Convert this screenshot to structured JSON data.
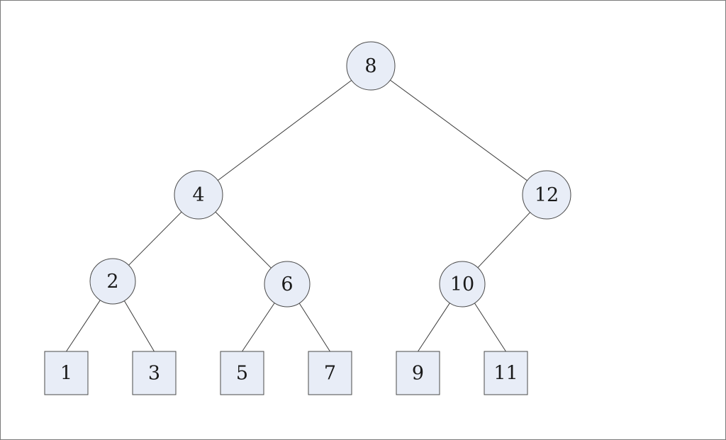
{
  "diagram": {
    "type": "binary-search-tree",
    "colors": {
      "node_fill": "#e8edf7",
      "node_stroke": "#4a4a4a",
      "edge": "#3a3a3a",
      "text": "#1a1a1a"
    },
    "internal_nodes": [
      {
        "id": "n8",
        "label": "8"
      },
      {
        "id": "n4",
        "label": "4"
      },
      {
        "id": "n12",
        "label": "12"
      },
      {
        "id": "n2",
        "label": "2"
      },
      {
        "id": "n6",
        "label": "6"
      },
      {
        "id": "n10",
        "label": "10"
      }
    ],
    "leaf_nodes": [
      {
        "id": "l1",
        "label": "1"
      },
      {
        "id": "l3",
        "label": "3"
      },
      {
        "id": "l5",
        "label": "5"
      },
      {
        "id": "l7",
        "label": "7"
      },
      {
        "id": "l9",
        "label": "9"
      },
      {
        "id": "l11",
        "label": "11"
      }
    ],
    "edges": [
      {
        "from": "n8",
        "to": "n4"
      },
      {
        "from": "n8",
        "to": "n12"
      },
      {
        "from": "n4",
        "to": "n2"
      },
      {
        "from": "n4",
        "to": "n6"
      },
      {
        "from": "n12",
        "to": "n10"
      },
      {
        "from": "n2",
        "to": "l1"
      },
      {
        "from": "n2",
        "to": "l3"
      },
      {
        "from": "n6",
        "to": "l5"
      },
      {
        "from": "n6",
        "to": "l7"
      },
      {
        "from": "n10",
        "to": "l9"
      },
      {
        "from": "n10",
        "to": "l11"
      }
    ]
  }
}
